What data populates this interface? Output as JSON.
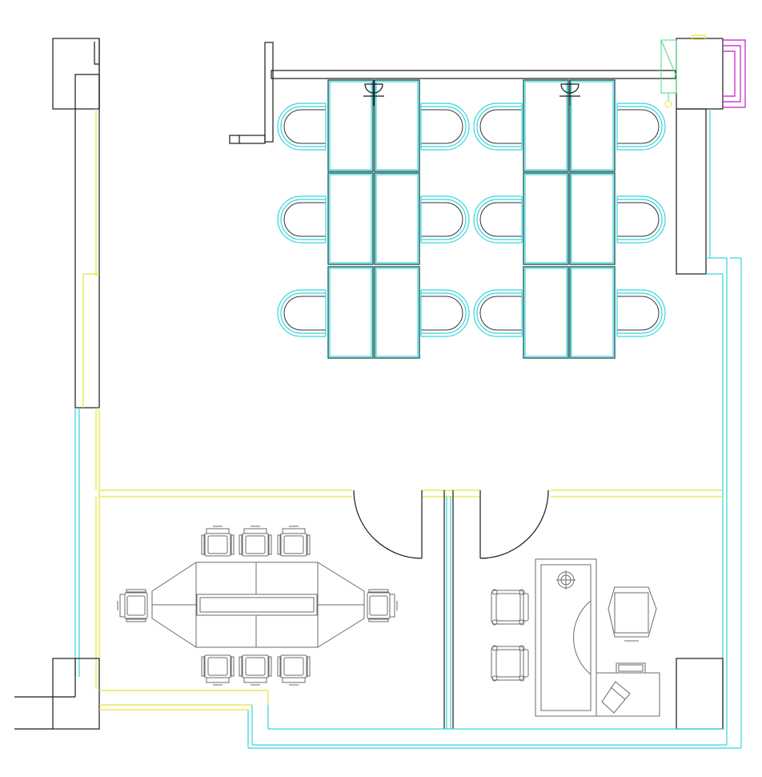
{
  "drawing": {
    "type": "office floor plan",
    "colors": {
      "wall": "#1a1a1a",
      "cyan_partition": "#33d6dc",
      "yellow_partition": "#e4e43a",
      "furniture": "#6b6b6b",
      "desk_outline": "#1b5a5a",
      "fixture_green": "#4ade80",
      "fixture_magenta": "#d13ad1"
    },
    "open_office": {
      "desk_clusters": 2,
      "desks_per_cluster": 6,
      "chairs_per_cluster": 6
    },
    "meeting_room": {
      "chairs": 8,
      "tables": 1
    },
    "private_office": {
      "desks": 1,
      "guest_chairs": 2,
      "executive_chairs": 1,
      "side_desks": 1
    },
    "doors": 2
  }
}
